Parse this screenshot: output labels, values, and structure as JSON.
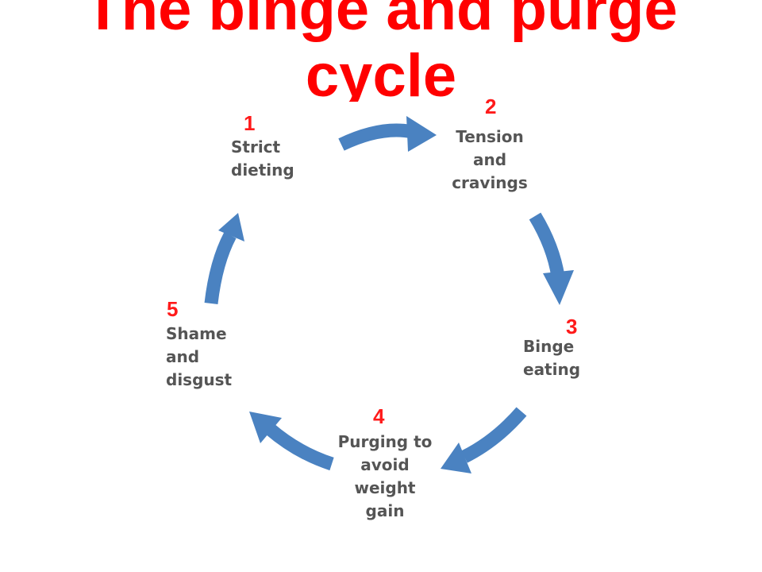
{
  "title": {
    "line1": "The binge and purge",
    "line2": "cycle"
  },
  "colors": {
    "title": "#ff0000",
    "numbers": "#ff1a1a",
    "arrows": "#4a82c1",
    "step_text": "#555555"
  },
  "steps": [
    {
      "number": "1",
      "lines": [
        "Strict",
        "dieting"
      ]
    },
    {
      "number": "2",
      "lines": [
        "Tension",
        "and",
        "cravings"
      ]
    },
    {
      "number": "3",
      "lines": [
        "Binge",
        "eating"
      ]
    },
    {
      "number": "4",
      "lines": [
        "Purging to",
        "avoid",
        "weight",
        "gain"
      ]
    },
    {
      "number": "5",
      "lines": [
        "Shame",
        "and",
        "disgust"
      ]
    }
  ]
}
